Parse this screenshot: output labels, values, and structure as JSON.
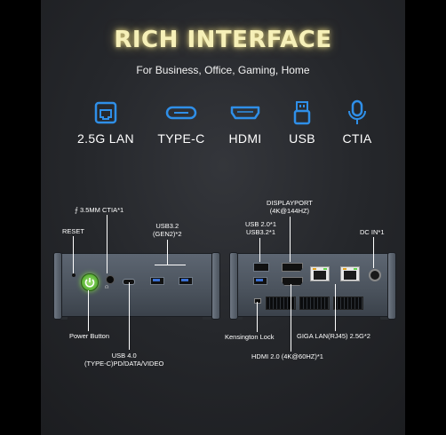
{
  "header": {
    "title": "RICH INTERFACE",
    "subtitle": "For Business, Office, Gaming, Home"
  },
  "features": [
    {
      "label": "2.5G LAN",
      "icon": "ethernet-icon"
    },
    {
      "label": "TYPE-C",
      "icon": "type-c-icon"
    },
    {
      "label": "HDMI",
      "icon": "hdmi-icon"
    },
    {
      "label": "USB",
      "icon": "usb-icon"
    },
    {
      "label": "CTIA",
      "icon": "microphone-icon"
    }
  ],
  "accent_color": "#2f8fe8",
  "front_panel": {
    "ctia": "3.5MM CTIA*1",
    "reset": "RESET",
    "usb32": [
      "USB3.2",
      "(GEN2)*2"
    ],
    "power": "Power Button",
    "usb4": [
      "USB 4.0",
      "(TYPE-C)PD/DATA/VIDEO"
    ]
  },
  "rear_panel": {
    "usb_top": [
      "USB 2.0*1",
      "USB3.2*1"
    ],
    "displayport": [
      "DISPLAYPORT",
      "(4K@144HZ)"
    ],
    "dc_in": "DC IN*1",
    "kensington": "Kensington Lock",
    "lan": "GIGA LAN(RJ45) 2.5G*2",
    "hdmi": "HDMI 2.0 (4K@60HZ)*1"
  }
}
